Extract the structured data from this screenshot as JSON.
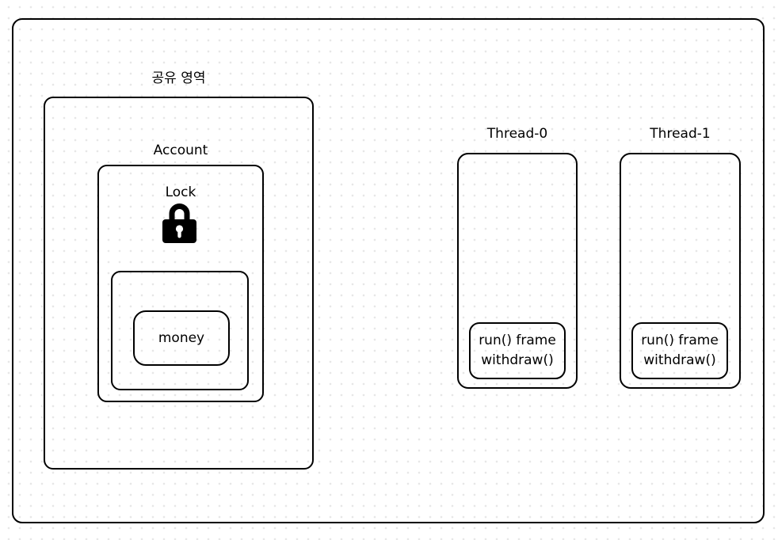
{
  "diagram": {
    "shared_area": {
      "label": "공유 영역"
    },
    "account": {
      "label": "Account"
    },
    "lock": {
      "label": "Lock",
      "icon": "padlock"
    },
    "money": {
      "label": "money"
    },
    "threads": [
      {
        "label": "Thread-0",
        "frame": {
          "line1": "run() frame",
          "line2": "withdraw()"
        }
      },
      {
        "label": "Thread-1",
        "frame": {
          "line1": "run() frame",
          "line2": "withdraw()"
        }
      }
    ],
    "colors": {
      "stroke": "#000000",
      "background": "#ffffff",
      "dot_grid": "#e7e7e7",
      "lock_fill": "#000000",
      "text": "#000000"
    }
  }
}
